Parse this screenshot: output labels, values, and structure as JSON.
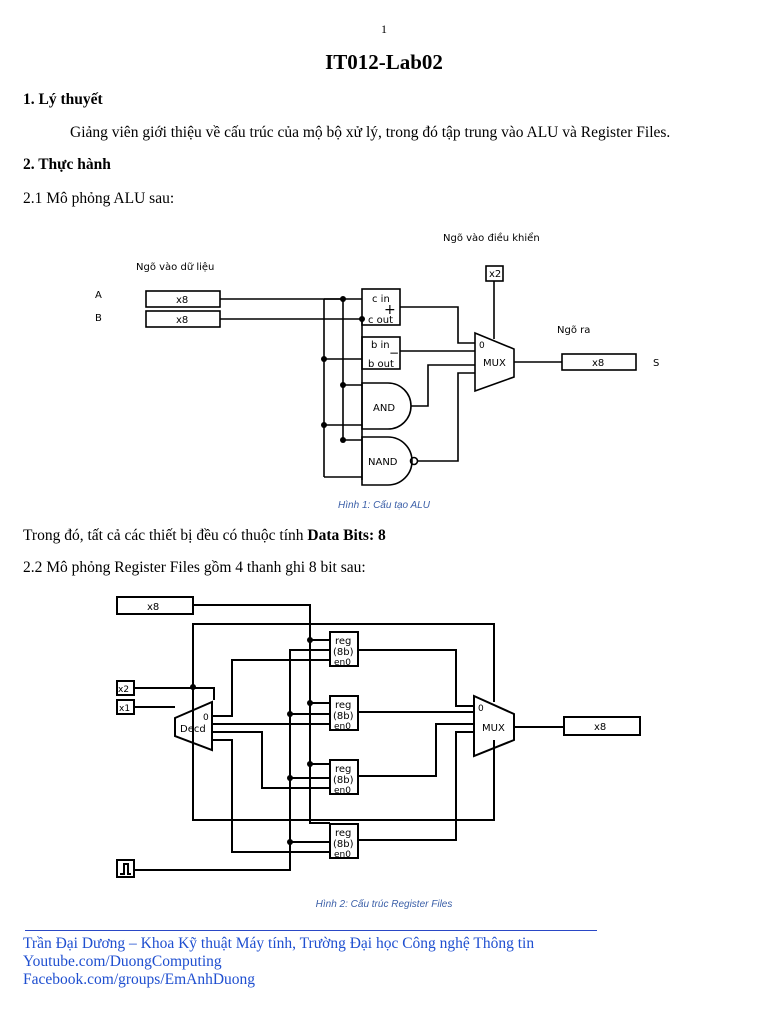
{
  "page_number": "1",
  "title": "IT012-Lab02",
  "section1": {
    "heading": "1. Lý thuyết",
    "text": "Giảng viên giới thiệu về cấu trúc của mộ bộ xử lý, trong đó tập trung vào ALU và Register Files."
  },
  "section2": {
    "heading": "2. Thực hành",
    "sub1": "2.1 Mô phỏng ALU sau:",
    "note_prefix": "Trong đó, tất cả các thiết bị đều có thuộc tính ",
    "note_bold": "Data Bits: 8",
    "sub2": "2.2 Mô phỏng Register Files gồm 4 thanh ghi 8 bit sau:"
  },
  "alu": {
    "label_data_in": "Ngõ vào dữ liệu",
    "label_ctrl_in": "Ngõ vào điều khiển",
    "label_out": "Ngõ ra",
    "pin_a": "A",
    "pin_b": "B",
    "pin_s": "S",
    "input_a": "x8",
    "input_b": "x8",
    "ctrl": "x2",
    "output": "x8",
    "adder_cin": "c in",
    "adder_cout": "c out",
    "adder_sym": "+",
    "sub_bin": "b in",
    "sub_bout": "b out",
    "sub_sym": "−",
    "and_label": "AND",
    "nand_label": "NAND",
    "mux_label": "MUX",
    "mux_zero": "0",
    "caption": "Hình 1: Cấu tạo ALU"
  },
  "regfile": {
    "data_in": "x8",
    "sel_hi": "x2",
    "sel_lo": "x1",
    "decoder": "Decd",
    "decoder_zero": "0",
    "reg_label_1": "reg",
    "reg_label_2": "(8b)",
    "reg_label_3": "en0",
    "mux_label": "MUX",
    "mux_zero": "0",
    "output": "x8",
    "caption": "Hình 2: Cấu trúc Register Files"
  },
  "footer": {
    "line1": "Trần Đại Dương – Khoa Kỹ thuật Máy tính, Trường Đại học Công nghệ Thông tin",
    "line2": "Youtube.com/DuongComputing",
    "line3": "Facebook.com/groups/EmAnhDuong"
  }
}
